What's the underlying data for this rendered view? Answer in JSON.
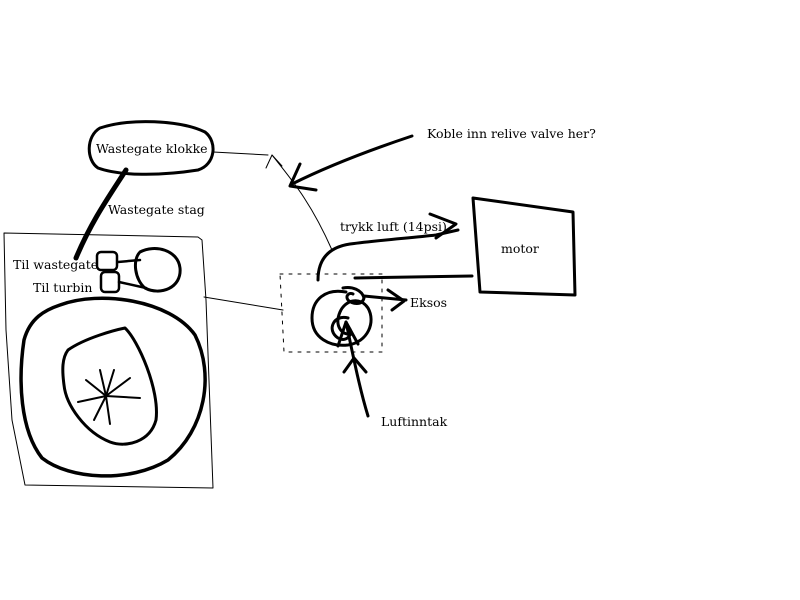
{
  "labels": {
    "wastegate_klokke": "Wastegate klokke",
    "wastegate_stag": "Wastegate stag",
    "til_wastegate": "Til wastegate",
    "til_turbin": "Til turbin",
    "koble_inn": "Koble inn relive valve her?",
    "trykk_luft": "trykk luft (14psi)",
    "motor": "motor",
    "eksos": "Eksos",
    "luftinntak": "Luftinntak"
  },
  "colors": {
    "ink": "#000000",
    "background": "#ffffff"
  }
}
